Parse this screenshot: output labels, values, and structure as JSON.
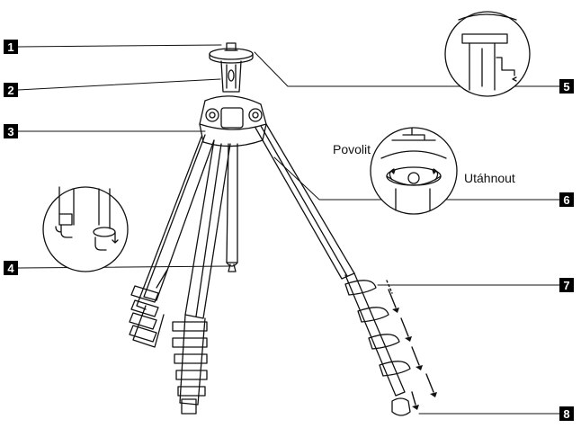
{
  "callouts": [
    {
      "n": "1"
    },
    {
      "n": "2"
    },
    {
      "n": "3"
    },
    {
      "n": "4"
    },
    {
      "n": "5"
    },
    {
      "n": "6"
    },
    {
      "n": "7"
    },
    {
      "n": "8"
    }
  ],
  "labels": {
    "loosen": "Povolit",
    "tighten": "Utáhnout"
  }
}
